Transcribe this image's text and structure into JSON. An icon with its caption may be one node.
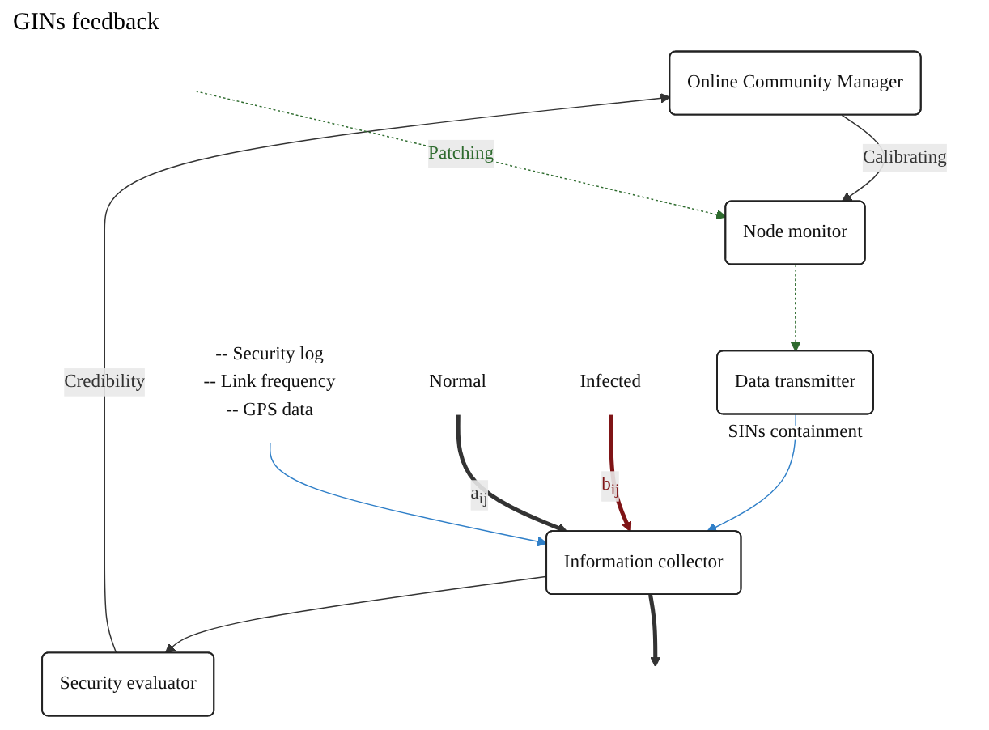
{
  "diagram": {
    "nodes": [
      {
        "text": [
          "Online Community Manager"
        ]
      },
      {
        "text": [
          "Security evaluator"
        ]
      },
      {
        "text": [
          "Node monitor"
        ]
      },
      {
        "text": [
          "Infected"
        ]
      },
      {
        "text": [
          "Normal"
        ]
      },
      {
        "text": [
          "Information collector"
        ]
      },
      {
        "text": [
          "Data transmitter"
        ],
        "beside": [
          "SINs containment"
        ]
      },
      {
        "text": [
          "-- Security log",
          "-- Link frequency",
          "-- GPS data"
        ]
      }
    ],
    "edges": [
      {
        "from": 1,
        "to": 0,
        "arrow": "to",
        "label": "Credibility"
      },
      {
        "from": 0,
        "to": 2,
        "arrow": "to",
        "label": "Calibrating"
      },
      {
        "from": null,
        "to": 2,
        "arrow": "to",
        "label": "Patching",
        "style": "dashed",
        "color": "#2e6b2e"
      },
      {
        "from": 2,
        "to": 6,
        "arrow": "to",
        "style": "dashed",
        "color": "#2e6b2e"
      },
      {
        "from": 6,
        "to": 5,
        "arrow": "to",
        "color": "#2f7fc8"
      },
      {
        "from": 5,
        "to": 1,
        "arrow": "to"
      },
      {
        "from": 3,
        "to": 5,
        "arrow": "to",
        "label": "b$_{ij}$",
        "style": "thick",
        "color": "#7f1416"
      },
      {
        "from": 4,
        "to": 5,
        "arrow": "to",
        "label": "a$_{ij}$",
        "style": "thick"
      },
      {
        "from": 7,
        "to": 5,
        "arrow": "to",
        "color": "#2f7fc8"
      },
      {
        "from": 5,
        "to": null,
        "arrow": "to",
        "style": "thick"
      }
    ],
    "labels": [
      "GINs feedback"
    ]
  }
}
